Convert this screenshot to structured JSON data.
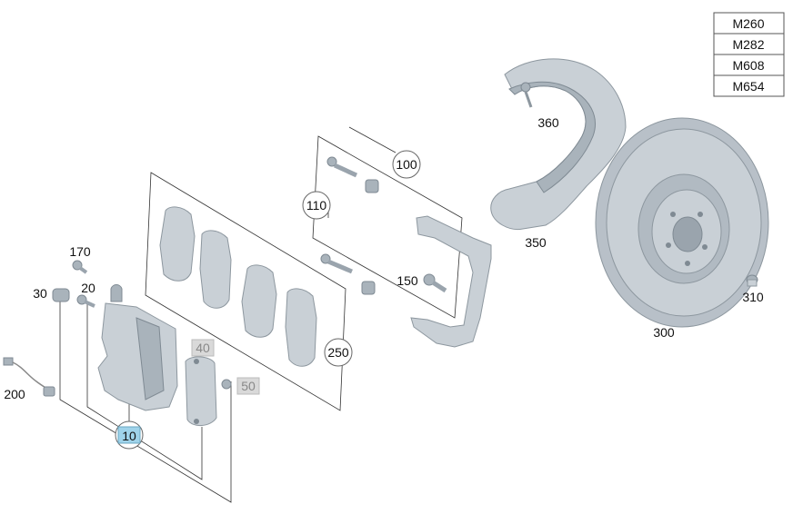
{
  "models": [
    "M260",
    "M282",
    "M608",
    "M654"
  ],
  "labels": {
    "p10": "10",
    "p20": "20",
    "p30": "30",
    "p40": "40",
    "p50": "50",
    "p100": "100",
    "p110": "110",
    "p150": "150",
    "p170": "170",
    "p200": "200",
    "p250": "250",
    "p300": "300",
    "p310": "310",
    "p350": "350",
    "p360": "360"
  },
  "colors": {
    "part_fill": "#c9d0d6",
    "highlight": "#9fd3ea",
    "greyed_box": "#d9d9d9"
  }
}
